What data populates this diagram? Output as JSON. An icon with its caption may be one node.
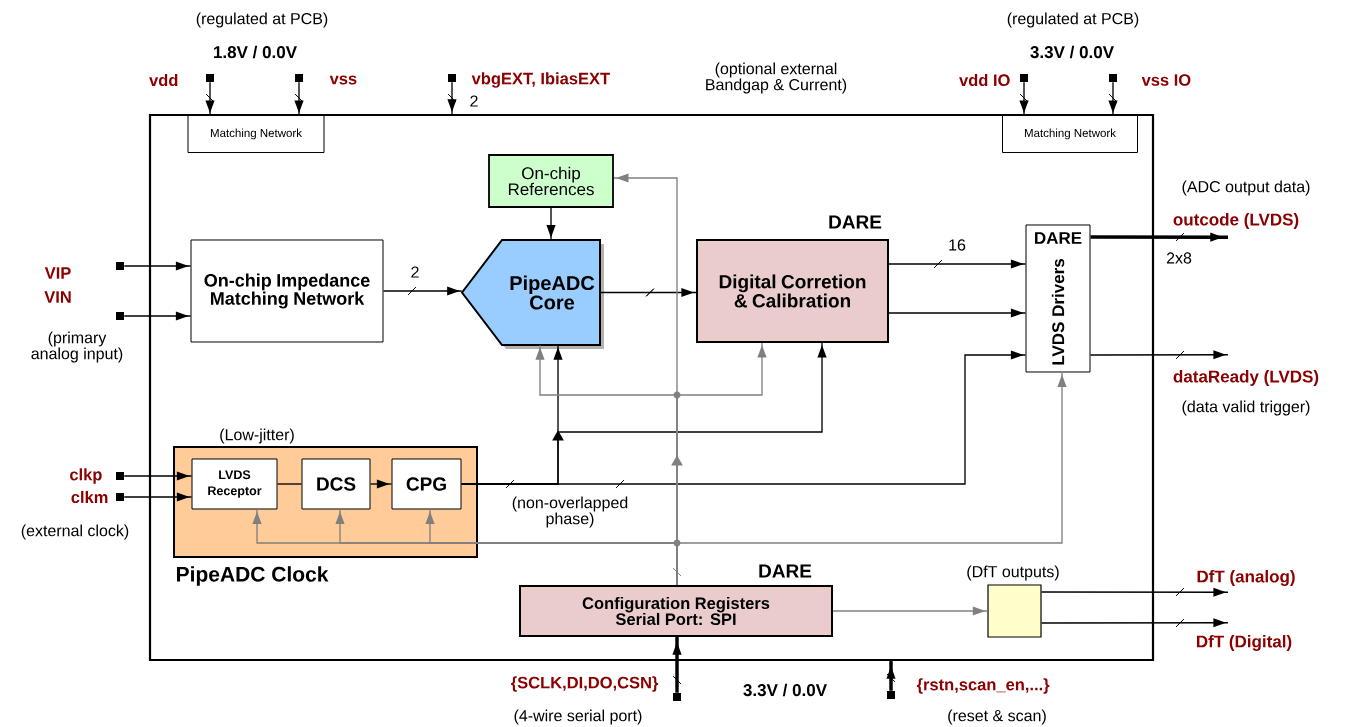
{
  "diagram": {
    "nodes": [
      {
        "text": [],
        "shape": "box"
      },
      {
        "text": [
          "Matching Network"
        ],
        "in": 0
      },
      {
        "text": [
          "Matching Network"
        ],
        "in": 0
      },
      {
        "text": [
          "On-chip References"
        ],
        "in": 0
      },
      {
        "text": [
          "On-chip Impedance Matching Network"
        ],
        "in": 0
      },
      {
        "text": [
          "PipeADC Core"
        ],
        "in": 0
      },
      {
        "text": [
          "DARE",
          "Digital Corretion & Calibration"
        ],
        "in": 0
      },
      {
        "text": [
          "DARE",
          "LVDS Drivers"
        ],
        "in": 0
      },
      {
        "text": [
          "PipeADC Clock"
        ],
        "beside": [
          "(Low-jitter)"
        ],
        "in": 0
      },
      {
        "text": [
          "LVDS Receptor"
        ],
        "in": 8
      },
      {
        "text": [
          "DCS"
        ],
        "in": 8
      },
      {
        "text": [
          "CPG"
        ],
        "in": 8
      },
      {
        "text": [
          "DARE",
          "Configuration Registers Serial Port: SPI"
        ],
        "in": 0
      },
      {
        "text": [],
        "shape": "box",
        "beside": [
          "(DfT outputs)"
        ],
        "in": 0
      },
      {
        "text": [],
        "shape": "box",
        "beside": [
          "vdd"
        ]
      },
      {
        "text": [],
        "shape": "box",
        "beside": [
          "vss"
        ]
      },
      {
        "text": [],
        "shape": "box",
        "beside": [
          "vbgEXT, IbiasEXT"
        ]
      },
      {
        "text": [],
        "shape": "box",
        "beside": [
          "vdd IO"
        ]
      },
      {
        "text": [],
        "shape": "box",
        "beside": [
          "vss IO"
        ]
      },
      {
        "text": [],
        "shape": "box",
        "beside": [
          "VIP"
        ]
      },
      {
        "text": [],
        "shape": "box",
        "beside": [
          "VIN"
        ]
      },
      {
        "text": [],
        "shape": "box",
        "beside": [
          "clkp"
        ]
      },
      {
        "text": [],
        "shape": "box",
        "beside": [
          "clkm"
        ]
      },
      {
        "text": [],
        "shape": "box",
        "beside": [
          "{SCLK,DI,DO,CSN}"
        ]
      },
      {
        "text": [],
        "shape": "box",
        "beside": [
          "{rstn,scan_en,...}"
        ]
      },
      {
        "text": [
          "outcode (LVDS)"
        ]
      },
      {
        "text": [
          "dataReady (LVDS)"
        ]
      },
      {
        "text": [
          "DfT (analog)"
        ]
      },
      {
        "text": [
          "DfT (Digital)"
        ]
      }
    ],
    "edges": [
      {
        "from": 14,
        "to": 1,
        "arrow": "to"
      },
      {
        "from": 15,
        "to": 1,
        "arrow": "to"
      },
      {
        "from": 16,
        "to": 0,
        "arrow": "to",
        "label": "2"
      },
      {
        "from": 17,
        "to": 2,
        "arrow": "to"
      },
      {
        "from": 18,
        "to": 2,
        "arrow": "to"
      },
      {
        "from": 19,
        "to": 4,
        "arrow": "to"
      },
      {
        "from": 20,
        "to": 4,
        "arrow": "to"
      },
      {
        "from": 21,
        "to": 9,
        "arrow": "to"
      },
      {
        "from": 22,
        "to": 9,
        "arrow": "to"
      },
      {
        "from": 4,
        "to": 5,
        "arrow": "to",
        "label": "2"
      },
      {
        "from": 3,
        "to": 5,
        "arrow": "to"
      },
      {
        "from": 5,
        "to": 6,
        "arrow": "to"
      },
      {
        "from": 6,
        "to": 7,
        "arrow": "to",
        "label": "16"
      },
      {
        "from": 6,
        "to": 7,
        "arrow": "to"
      },
      {
        "from": 7,
        "to": 25,
        "arrow": "to",
        "label": "2x8",
        "style": "thick"
      },
      {
        "from": 7,
        "to": 26,
        "arrow": "to"
      },
      {
        "from": 9,
        "to": 10,
        "arrow": "none"
      },
      {
        "from": 10,
        "to": 11,
        "arrow": "to"
      },
      {
        "from": 11,
        "to": 5,
        "arrow": "to"
      },
      {
        "from": 11,
        "to": 6,
        "arrow": "to"
      },
      {
        "from": 11,
        "to": 7,
        "arrow": "to"
      },
      {
        "from": 12,
        "to": 3,
        "arrow": "to",
        "color": "#808080"
      },
      {
        "from": 12,
        "to": 5,
        "arrow": "to",
        "color": "#808080"
      },
      {
        "from": 12,
        "to": 6,
        "arrow": "to",
        "color": "#808080"
      },
      {
        "from": 12,
        "to": 9,
        "arrow": "to",
        "color": "#808080"
      },
      {
        "from": 12,
        "to": 10,
        "arrow": "to",
        "color": "#808080"
      },
      {
        "from": 12,
        "to": 11,
        "arrow": "to",
        "color": "#808080"
      },
      {
        "from": 12,
        "to": 7,
        "arrow": "to",
        "color": "#808080"
      },
      {
        "from": 12,
        "to": 13,
        "arrow": "to",
        "color": "#808080"
      },
      {
        "from": 23,
        "to": 12,
        "arrow": "to",
        "style": "thick"
      },
      {
        "from": 24,
        "to": 0,
        "arrow": "to",
        "style": "thick"
      },
      {
        "from": 13,
        "to": 27,
        "arrow": "to"
      },
      {
        "from": 13,
        "to": 28,
        "arrow": "to"
      }
    ],
    "labels": [
      "(regulated at PCB)",
      "1.8V / 0.0V",
      "(optional external Bandgap & Current)",
      "(regulated at PCB)",
      "3.3V / 0.0V",
      "(ADC output data)",
      "(primary analog input)",
      "(data valid trigger)",
      "(external clock)",
      "(non-overlapped phase)",
      "3.3V / 0.0V",
      "(4-wire serial port)",
      "(reset & scan)"
    ]
  }
}
